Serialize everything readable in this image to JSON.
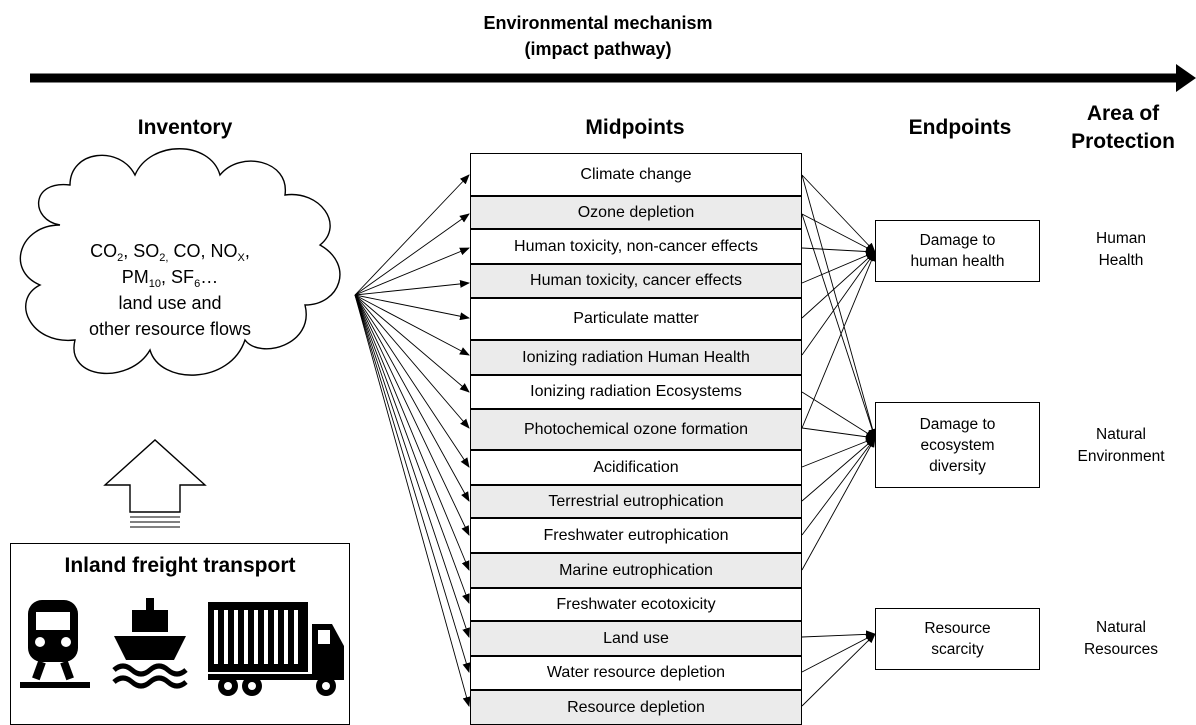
{
  "header": {
    "mechanism_line1": "Environmental mechanism",
    "mechanism_line2": "(impact pathway)"
  },
  "columns": {
    "inventory": "Inventory",
    "midpoints": "Midpoints",
    "endpoints": "Endpoints",
    "aop_line1": "Area of",
    "aop_line2": "Protection"
  },
  "cloud": {
    "line1": {
      "co": "CO",
      "co_sub": "2",
      "so": ", SO",
      "so_sub": "2,",
      "rest": " CO, NO",
      "no_sub": "X",
      "end": ","
    },
    "line2": {
      "pm": "PM",
      "pm_sub": "10",
      "sf": ", SF",
      "sf_sub": "6",
      "end": "…"
    },
    "line3": "land use and",
    "line4": "other resource flows"
  },
  "transport": {
    "title": "Inland freight transport",
    "icons": [
      "train-icon",
      "ship-icon",
      "truck-icon"
    ]
  },
  "midpoints": [
    "Climate change",
    "Ozone depletion",
    "Human toxicity, non-cancer effects",
    "Human toxicity, cancer effects",
    "Particulate matter",
    "Ionizing radiation Human Health",
    "Ionizing radiation Ecosystems",
    "Photochemical ozone formation",
    "Acidification",
    "Terrestrial eutrophication",
    "Freshwater eutrophication",
    "Marine eutrophication",
    "Freshwater ecotoxicity",
    "Land use",
    "Water resource depletion",
    "Resource depletion"
  ],
  "endpoints": [
    {
      "line1": "Damage to",
      "line2": "human health"
    },
    {
      "line1": "Damage to",
      "line2": "ecosystem",
      "line3": "diversity"
    },
    {
      "line1": "Resource",
      "line2": "scarcity"
    }
  ],
  "areas_of_protection": [
    {
      "line1": "Human",
      "line2": "Health"
    },
    {
      "line1": "Natural",
      "line2": "Environment"
    },
    {
      "line1": "Natural",
      "line2": "Resources"
    }
  ]
}
